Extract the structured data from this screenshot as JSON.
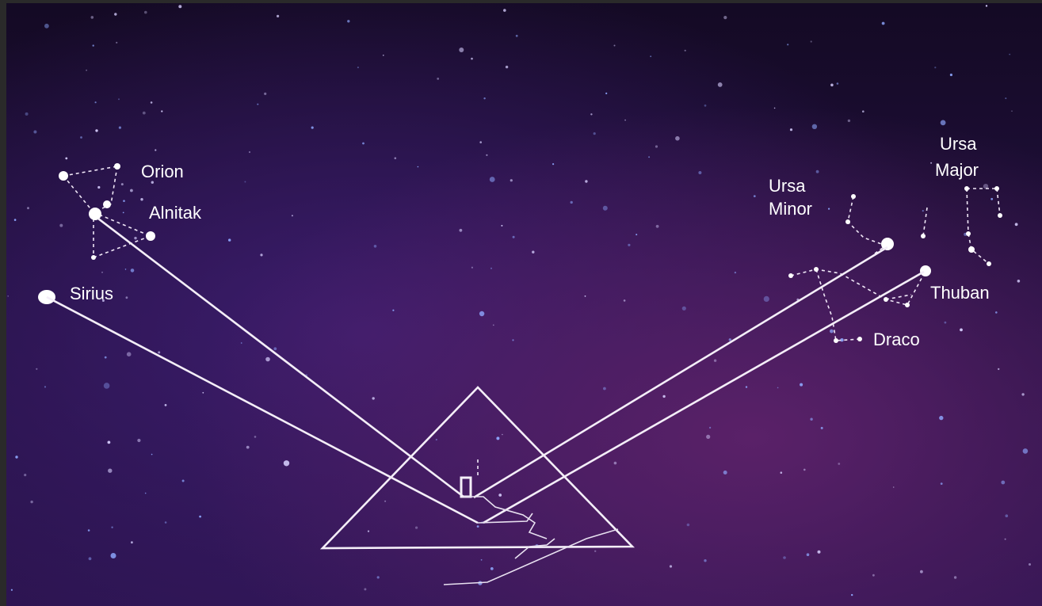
{
  "diagram": {
    "labels": {
      "orion": "Orion",
      "alnitak": "Alnitak",
      "sirius": "Sirius",
      "ursa_minor_1": "Ursa",
      "ursa_minor_2": "Minor",
      "ursa_major_1": "Ursa",
      "ursa_major_2": "Major",
      "thuban": "Thuban",
      "draco": "Draco"
    },
    "colors": {
      "sky_dark": "#140a26",
      "sky_purple": "#3b1a5c",
      "sky_magenta": "#5a1f66",
      "lines": "#f4eef8"
    }
  }
}
